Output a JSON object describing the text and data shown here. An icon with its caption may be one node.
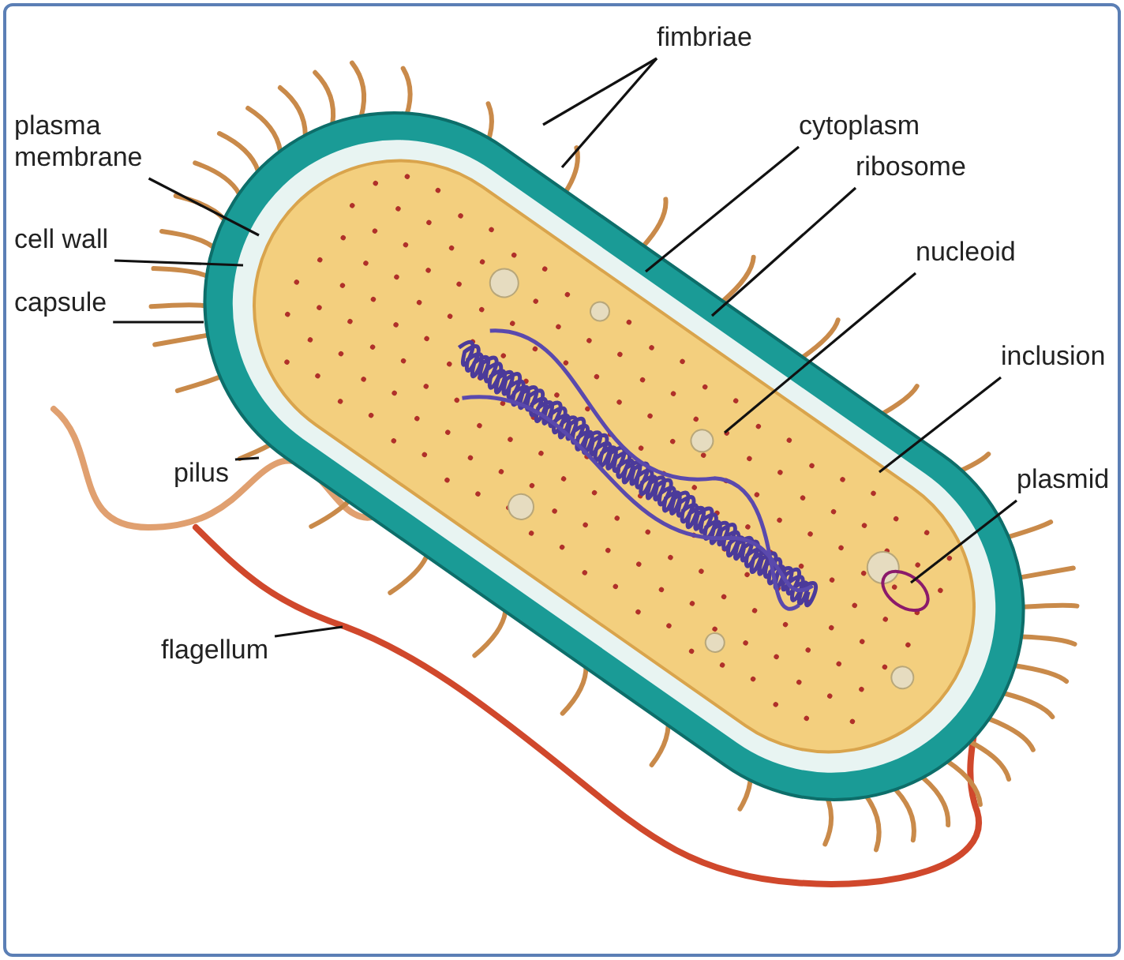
{
  "diagram": {
    "nodes": [
      {
        "text": [
          "fimbriae"
        ]
      },
      {
        "text": [
          "plasma membrane"
        ]
      },
      {
        "text": [
          "cell wall"
        ]
      },
      {
        "text": [
          "capsule"
        ]
      },
      {
        "text": [
          "cytoplasm"
        ]
      },
      {
        "text": [
          "ribosome"
        ]
      },
      {
        "text": [
          "nucleoid"
        ]
      },
      {
        "text": [
          "inclusion"
        ]
      },
      {
        "text": [
          "plasmid"
        ]
      },
      {
        "text": [
          "pilus"
        ]
      },
      {
        "text": [
          "flagellum"
        ]
      }
    ],
    "edges": [
      {
        "from": 0,
        "to": null,
        "arrow": "none"
      },
      {
        "from": 0,
        "to": null,
        "arrow": "none"
      },
      {
        "from": 1,
        "to": null,
        "arrow": "none"
      },
      {
        "from": 2,
        "to": null,
        "arrow": "none"
      },
      {
        "from": 3,
        "to": null,
        "arrow": "none"
      },
      {
        "from": 4,
        "to": null,
        "arrow": "none"
      },
      {
        "from": 5,
        "to": null,
        "arrow": "none"
      },
      {
        "from": 6,
        "to": null,
        "arrow": "none"
      },
      {
        "from": 7,
        "to": null,
        "arrow": "none"
      },
      {
        "from": 8,
        "to": null,
        "arrow": "none"
      },
      {
        "from": 9,
        "to": null,
        "arrow": "none"
      },
      {
        "from": 10,
        "to": null,
        "arrow": "none"
      }
    ]
  }
}
